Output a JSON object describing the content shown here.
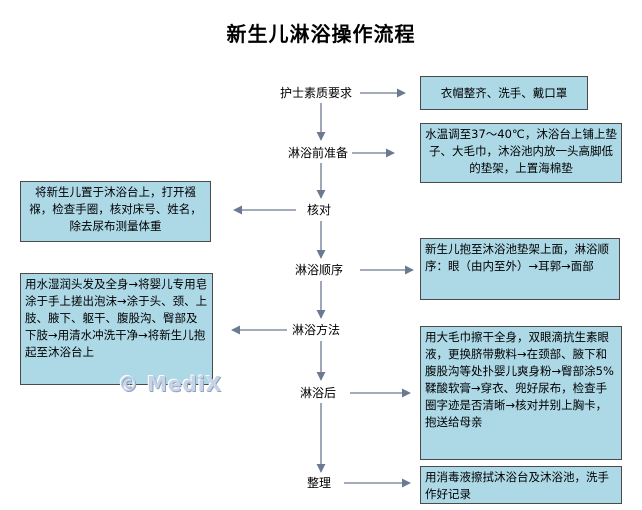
{
  "title": "新生儿淋浴操作流程",
  "steps": [
    "护士素质要求",
    "淋浴前准备",
    "核对",
    "淋浴顺序",
    "淋浴方法",
    "淋浴后",
    "整理"
  ],
  "boxes": {
    "nurse_requirements": "衣帽整齐、洗手、戴口罩",
    "preparation": "水温调至37～40℃，沐浴台上铺上垫子、大毛巾，沐浴池内放一头高脚低的垫架，上置海棉垫",
    "verification": "将新生儿置于沐浴台上，打开襁褓，检查手圈，核对床号、姓名，除去尿布测量体重",
    "bath_order": "新生儿抱至沐浴池垫架上面，淋浴顺序：眼（由内至外）→耳郭→面部",
    "bath_method": "用水湿润头发及全身→将婴儿专用皂涂于手上搓出泡沫→涂于头、颈、上肢、腋下、躯干、腹股沟、臀部及下肢→用清水冲洗干净→将新生儿抱起至沐浴台上",
    "after_bath": "用大毛巾擦干全身，双眼滴抗生素眼液，更换脐带敷料→在颈部、腋下和腹股沟等处扑婴儿爽身粉→臀部涂5%鞣酸软膏→穿衣、兜好尿布，检查手圈字迹是否清晰→核对并别上胸卡，抱送给母亲",
    "tidy_up": "用消毒液擦拭沐浴台及沐浴池，洗手作好记录"
  },
  "watermark": "© MediX",
  "colors": {
    "box_fill": "#add8e6",
    "box_border": "#4a4a4a",
    "arrow": "#6b7a90"
  }
}
